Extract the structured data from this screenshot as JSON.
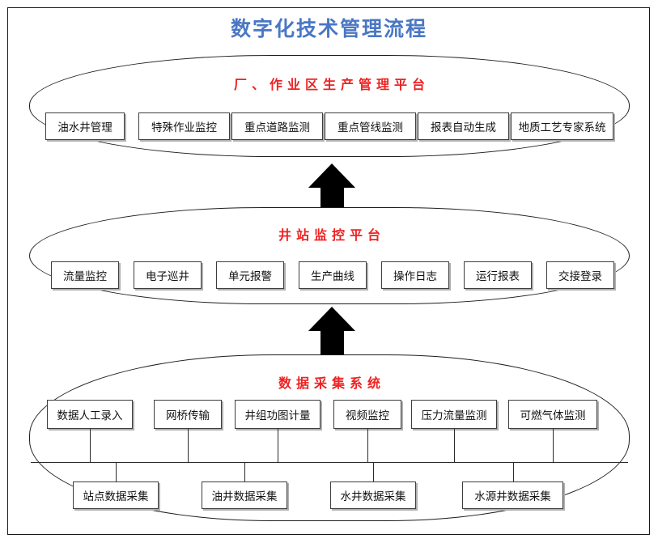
{
  "title": "数字化技术管理流程",
  "title_color": "#4a77c4",
  "heading_color": "#ee2222",
  "sections": [
    {
      "id": "plant-platform",
      "heading": "厂、作业区生产管理平台",
      "nodes": [
        "油水井管理",
        "特殊作业监控",
        "重点道路监测",
        "重点管线监测",
        "报表自动生成",
        "地质工艺专家系统"
      ]
    },
    {
      "id": "well-station-platform",
      "heading": "井站监控平台",
      "nodes": [
        "流量监控",
        "电子巡井",
        "单元报警",
        "生产曲线",
        "操作日志",
        "运行报表",
        "交接登录"
      ]
    },
    {
      "id": "data-acquisition-system",
      "heading": "数据采集系统",
      "nodes": [
        "数据人工录入",
        "网桥传输",
        "井组功图计量",
        "视频监控",
        "压力流量监测",
        "可燃气体监测"
      ],
      "sub_nodes": [
        "站点数据采集",
        "油井数据采集",
        "水井数据采集",
        "水源井数据采集"
      ]
    }
  ],
  "arrows": [
    {
      "name": "arrow-data-to-station",
      "direction": "up"
    },
    {
      "name": "arrow-station-to-plant",
      "direction": "up"
    }
  ]
}
